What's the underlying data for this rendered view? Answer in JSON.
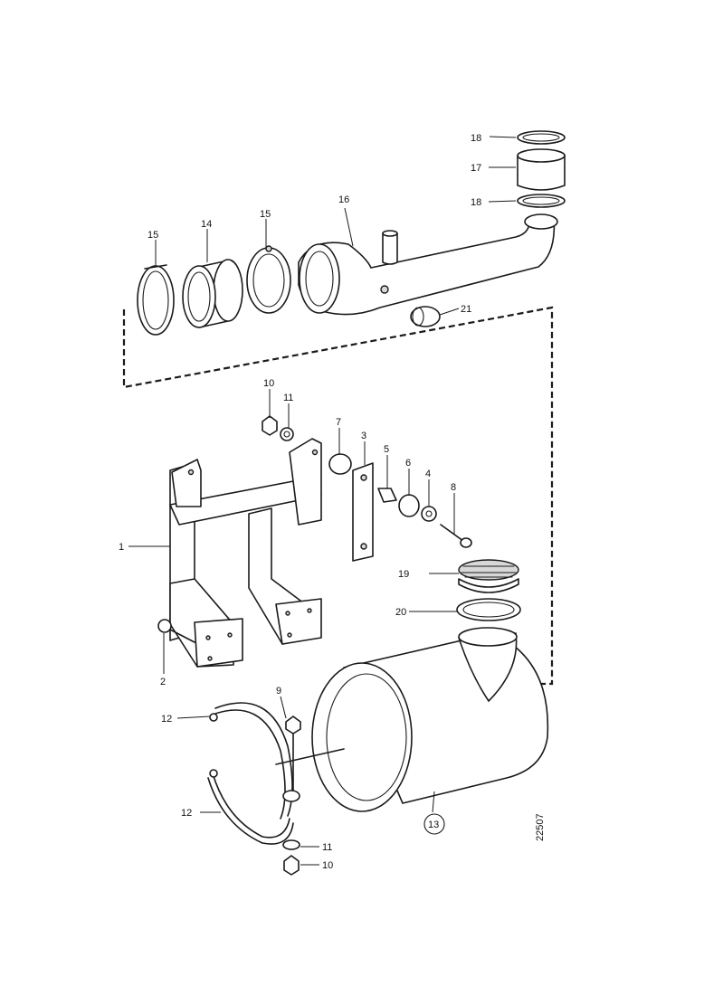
{
  "drawing_number": "22507",
  "callouts": {
    "c1": "1",
    "c2": "2",
    "c3": "3",
    "c4": "4",
    "c5": "5",
    "c6": "6",
    "c7": "7",
    "c8": "8",
    "c9": "9",
    "c10a": "10",
    "c10b": "10",
    "c11a": "11",
    "c11b": "11",
    "c12a": "12",
    "c12b": "12",
    "c13": "13",
    "c14": "14",
    "c15a": "15",
    "c15b": "15",
    "c16": "16",
    "c17": "17",
    "c18a": "18",
    "c18b": "18",
    "c19": "19",
    "c20": "20",
    "c21": "21"
  }
}
